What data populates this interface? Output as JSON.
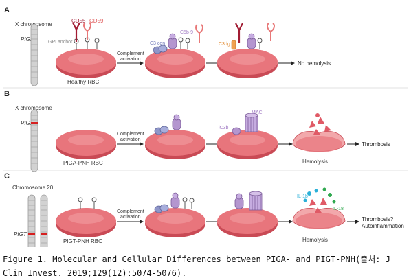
{
  "panels": {
    "a": {
      "letter": "A",
      "chrom_label": "X chromosome",
      "gene_label": "PIGA",
      "cd55": "CD55",
      "cd59": "CD59",
      "gpi_anchor": "GPI anchor",
      "c3_con": "C3 con",
      "c5b9": "C5b-9",
      "c3dg": "C3dg",
      "activation_line1": "Complement",
      "activation_line2": "activation",
      "rbc_label": "Healthy RBC",
      "outcome": "No hemolysis"
    },
    "b": {
      "letter": "B",
      "chrom_label": "X chromosome",
      "gene_label": "PIGA",
      "activation_line1": "Complement",
      "activation_line2": "activation",
      "rbc_label": "PIGA-PNH RBC",
      "mac": "MAC",
      "ic3b": "iC3b",
      "hemolysis": "Hemolysis",
      "outcome": "Thrombosis"
    },
    "c": {
      "letter": "C",
      "chrom_label": "Chromosome 20",
      "gene_label": "PIGT",
      "activation_line1": "Complement",
      "activation_line2": "activation",
      "rbc_label": "PIGT-PNH RBC",
      "il1b": "IL-1b",
      "il18": "IL-18",
      "hemolysis": "Hemolysis",
      "outcome_line1": "Thrombosis?",
      "outcome_line2": "Autoinflammation"
    }
  },
  "colors": {
    "rbc_fill": "#e8757c",
    "rbc_edge": "#c94a55",
    "c3_blue": "#8f96c9",
    "mac_purple": "#b496cf",
    "cd55_red": "#a11c33",
    "cd59_pink": "#e87878",
    "c3dg_orange": "#f0a050",
    "chrom_gray": "#cfcfcf",
    "mutation_red": "#d62020",
    "il1b_cyan": "#2ab0d8",
    "il18_green": "#2fa84f"
  },
  "caption": {
    "line1": "Figure 1. Molecular and Cellular Differences between PIGA- and PIGT-PNH(출처: J",
    "line2": "Clin Invest. 2019;129(12):5074-5076)."
  }
}
